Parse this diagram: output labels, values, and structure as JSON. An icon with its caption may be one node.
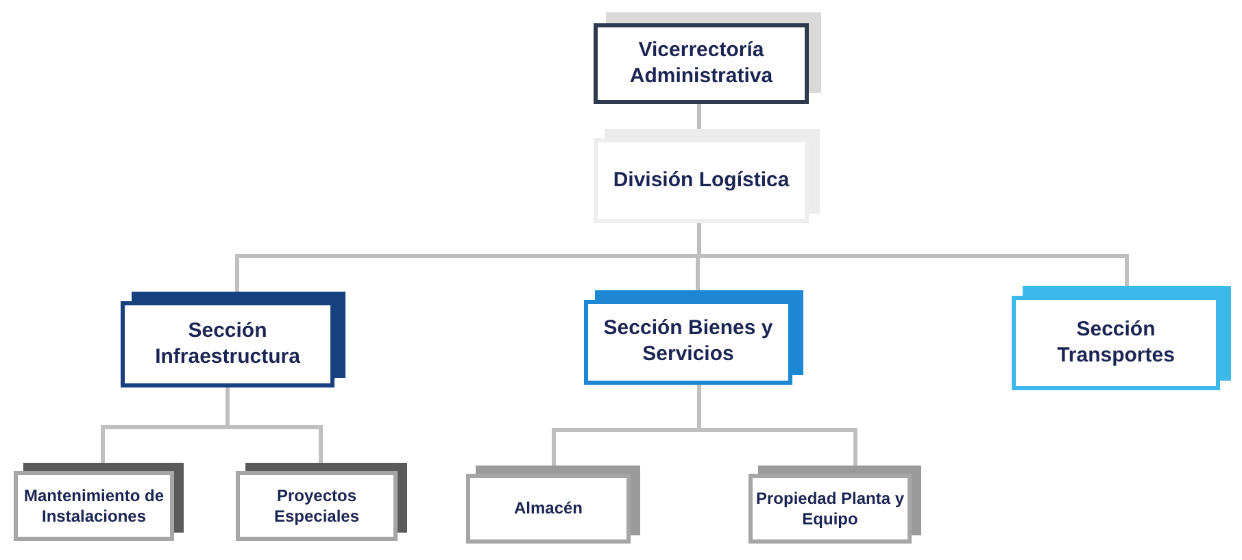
{
  "diagram": {
    "nodes": [
      {
        "text": [
          "Vicerrectoría Administrativa"
        ]
      },
      {
        "text": [
          "División Logística"
        ]
      },
      {
        "text": [
          "Sección Infraestructura"
        ]
      },
      {
        "text": [
          "Sección Bienes y Servicios"
        ]
      },
      {
        "text": [
          "Sección Transportes"
        ]
      },
      {
        "text": [
          "Mantenimiento de Instalaciones"
        ]
      },
      {
        "text": [
          "Proyectos Especiales"
        ]
      },
      {
        "text": [
          "Almacén"
        ]
      },
      {
        "text": [
          "Propiedad Planta y Equipo"
        ]
      }
    ],
    "edges": [
      {
        "from": 0,
        "to": 1,
        "arrow": "none"
      },
      {
        "from": 1,
        "to": 2,
        "arrow": "none"
      },
      {
        "from": 1,
        "to": 3,
        "arrow": "none"
      },
      {
        "from": 1,
        "to": 4,
        "arrow": "none"
      },
      {
        "from": 2,
        "to": 5,
        "arrow": "none"
      },
      {
        "from": 2,
        "to": 6,
        "arrow": "none"
      },
      {
        "from": 3,
        "to": 7,
        "arrow": "none"
      },
      {
        "from": 3,
        "to": 8,
        "arrow": "none"
      }
    ]
  }
}
